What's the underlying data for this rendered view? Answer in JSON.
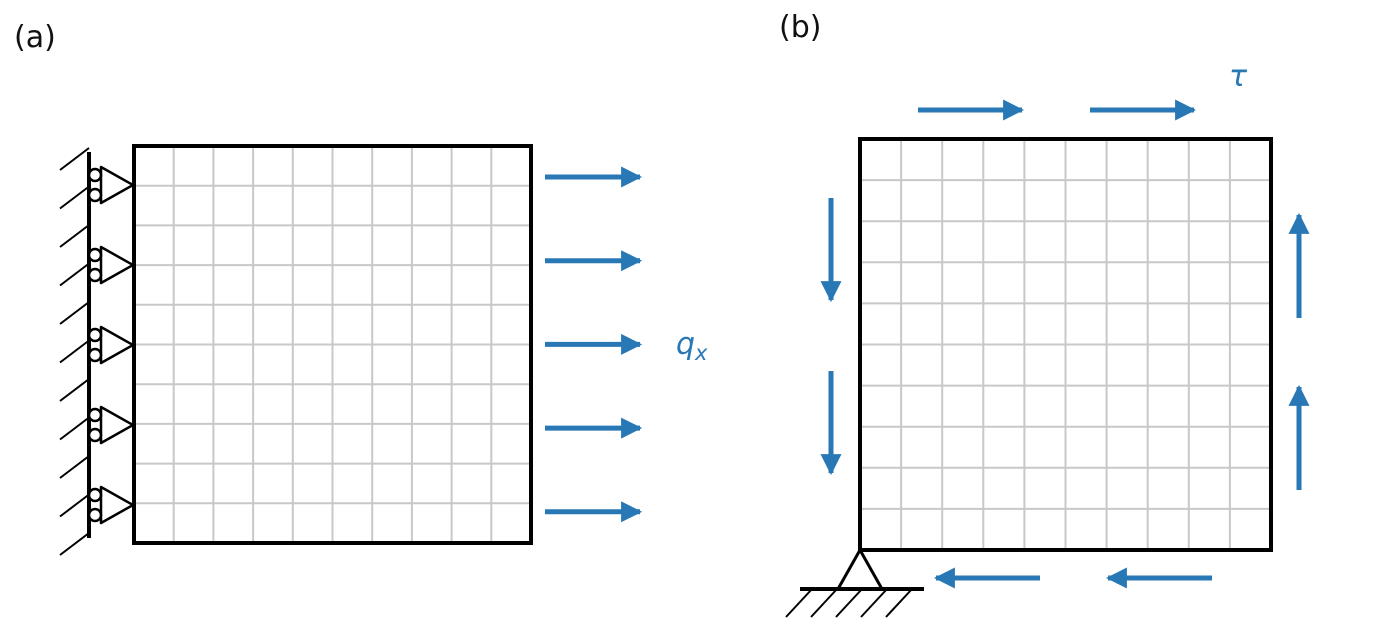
{
  "colors": {
    "load": "#2878b5",
    "grid": "#c8c8c8",
    "outline": "#000000",
    "background": "#ffffff"
  },
  "panel_a": {
    "label": "(a)",
    "load_symbol": "q",
    "load_subscript": "x",
    "grid_divisions": 10,
    "left_support": "roller",
    "roller_supports": 5,
    "arrows": 5,
    "arrow_direction": "right"
  },
  "panel_b": {
    "label": "(b)",
    "load_symbol": "τ",
    "grid_divisions": 10,
    "corner_support": "pin",
    "shear": {
      "top": "right",
      "right": "up",
      "bottom": "left",
      "left": "down"
    }
  }
}
